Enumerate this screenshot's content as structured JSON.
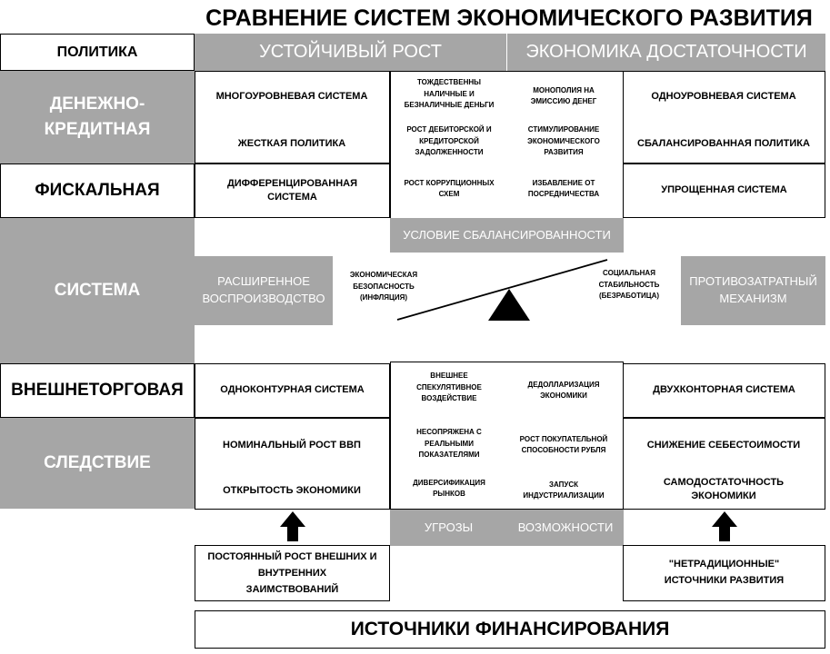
{
  "title": "СРАВНЕНИЕ СИСТЕМ ЭКОНОМИЧЕСКОГО РАЗВИТИЯ",
  "header": {
    "policy_label": "ПОЛИТИКА",
    "sustainable_growth": "УСТОЙЧИВЫЙ РОСТ",
    "sufficiency_economy": "ЭКОНОМИКА ДОСТАТОЧНОСТИ"
  },
  "rows": {
    "monetary": {
      "label": "ДЕНЕЖНО-\nКРЕДИТНАЯ",
      "left_1": "МНОГОУРОВНЕВАЯ СИСТЕМА",
      "left_2": "ЖЕСТКАЯ ПОЛИТИКА",
      "right_1": "ОДНОУРОВНЕВАЯ СИСТЕМА",
      "right_2": "СБАЛАНСИРОВАННАЯ ПОЛИТИКА"
    },
    "fiscal": {
      "label": "ФИСКАЛЬНАЯ",
      "left": "ДИФФЕРЕНЦИРОВАННАЯ\nСИСТЕМА",
      "right": "УПРОЩЕННАЯ СИСТЕМА"
    },
    "system": {
      "label": "СИСТЕМА",
      "left": "РАСШИРЕННОЕ\nВОСПРОИЗВОДСТВО",
      "right": "ПРОТИВОЗАТРАТНЫЙ\nМЕХАНИЗМ",
      "balance_condition": "УСЛОВИЕ СБАЛАНСИРОВАННОСТИ",
      "economic_security": "ЭКОНОМИЧЕСКАЯ\nБЕЗОПАСНОСТЬ\n(ИНФЛЯЦИЯ)",
      "social_stability": "СОЦИАЛЬНАЯ\nСТАБИЛЬНОСТЬ\n(БЕЗРАБОТИЦА)"
    },
    "foreign_trade": {
      "label": "ВНЕШНЕТОРГОВАЯ",
      "left": "ОДНОКОНТУРНАЯ СИСТЕМА",
      "right": "ДВУХКОНТОРНАЯ  СИСТЕМА"
    },
    "consequence": {
      "label": "СЛЕДСТВИЕ",
      "left_1": "НОМИНАЛЬНЫЙ РОСТ ВВП",
      "left_2": "ОТКРЫТОСТЬ ЭКОНОМИКИ",
      "right_1": "СНИЖЕНИЕ СЕБЕСТОИМОСТИ",
      "right_2": "САМОДОСТАТОЧНОСТЬ\nЭКОНОМИКИ"
    }
  },
  "center_top": {
    "left": [
      "ТОЖДЕСТВЕННЫ\nНАЛИЧНЫЕ И\nБЕЗНАЛИЧНЫЕ ДЕНЬГИ",
      "РОСТ ДЕБИТОРСКОЙ И\nКРЕДИТОРСКОЙ\nЗАДОЛЖЕННОСТИ",
      "РОСТ КОРРУПЦИОННЫХ\nСХЕМ"
    ],
    "right": [
      "МОНОПОЛИЯ НА\nЭМИССИЮ ДЕНЕГ",
      "СТИМУЛИРОВАНИЕ\nЭКОНОМИЧЕСКОГО\nРАЗВИТИЯ",
      "ИЗБАВЛЕНИЕ ОТ\nПОСРЕДНИЧЕСТВА"
    ]
  },
  "center_bottom": {
    "left": [
      "ВНЕШНЕЕ\nСПЕКУЛЯТИВНОЕ\nВОЗДЕЙСТВИЕ",
      "НЕСОПРЯЖЕНА С\nРЕАЛЬНЫМИ\nПОКАЗАТЕЛЯМИ",
      "ДИВЕРСИФИКАЦИЯ\nРЫНКОВ"
    ],
    "right": [
      "ДЕДОЛЛАРИЗАЦИЯ\nЭКОНОМИКИ",
      "РОСТ ПОКУПАТЕЛЬНОЙ\nСПОСОБНОСТИ РУБЛЯ",
      "ЗАПУСК\nИНДУСТРИАЛИЗАЦИИ"
    ],
    "threats": "УГРОЗЫ",
    "opportunities": "ВОЗМОЖНОСТИ"
  },
  "sources": {
    "left": "ПОСТОЯННЫЙ РОСТ ВНЕШНИХ И\nВНУТРЕННИХ\nЗАИМСТВОВАНИЙ",
    "right": "\"НЕТРАДИЦИОННЫЕ\"\nИСТОЧНИКИ РАЗВИТИЯ",
    "bottom": "ИСТОЧНИКИ ФИНАНСИРОВАНИЯ"
  },
  "colors": {
    "grey": "#a6a6a6",
    "border": "#000000",
    "background": "#ffffff"
  }
}
